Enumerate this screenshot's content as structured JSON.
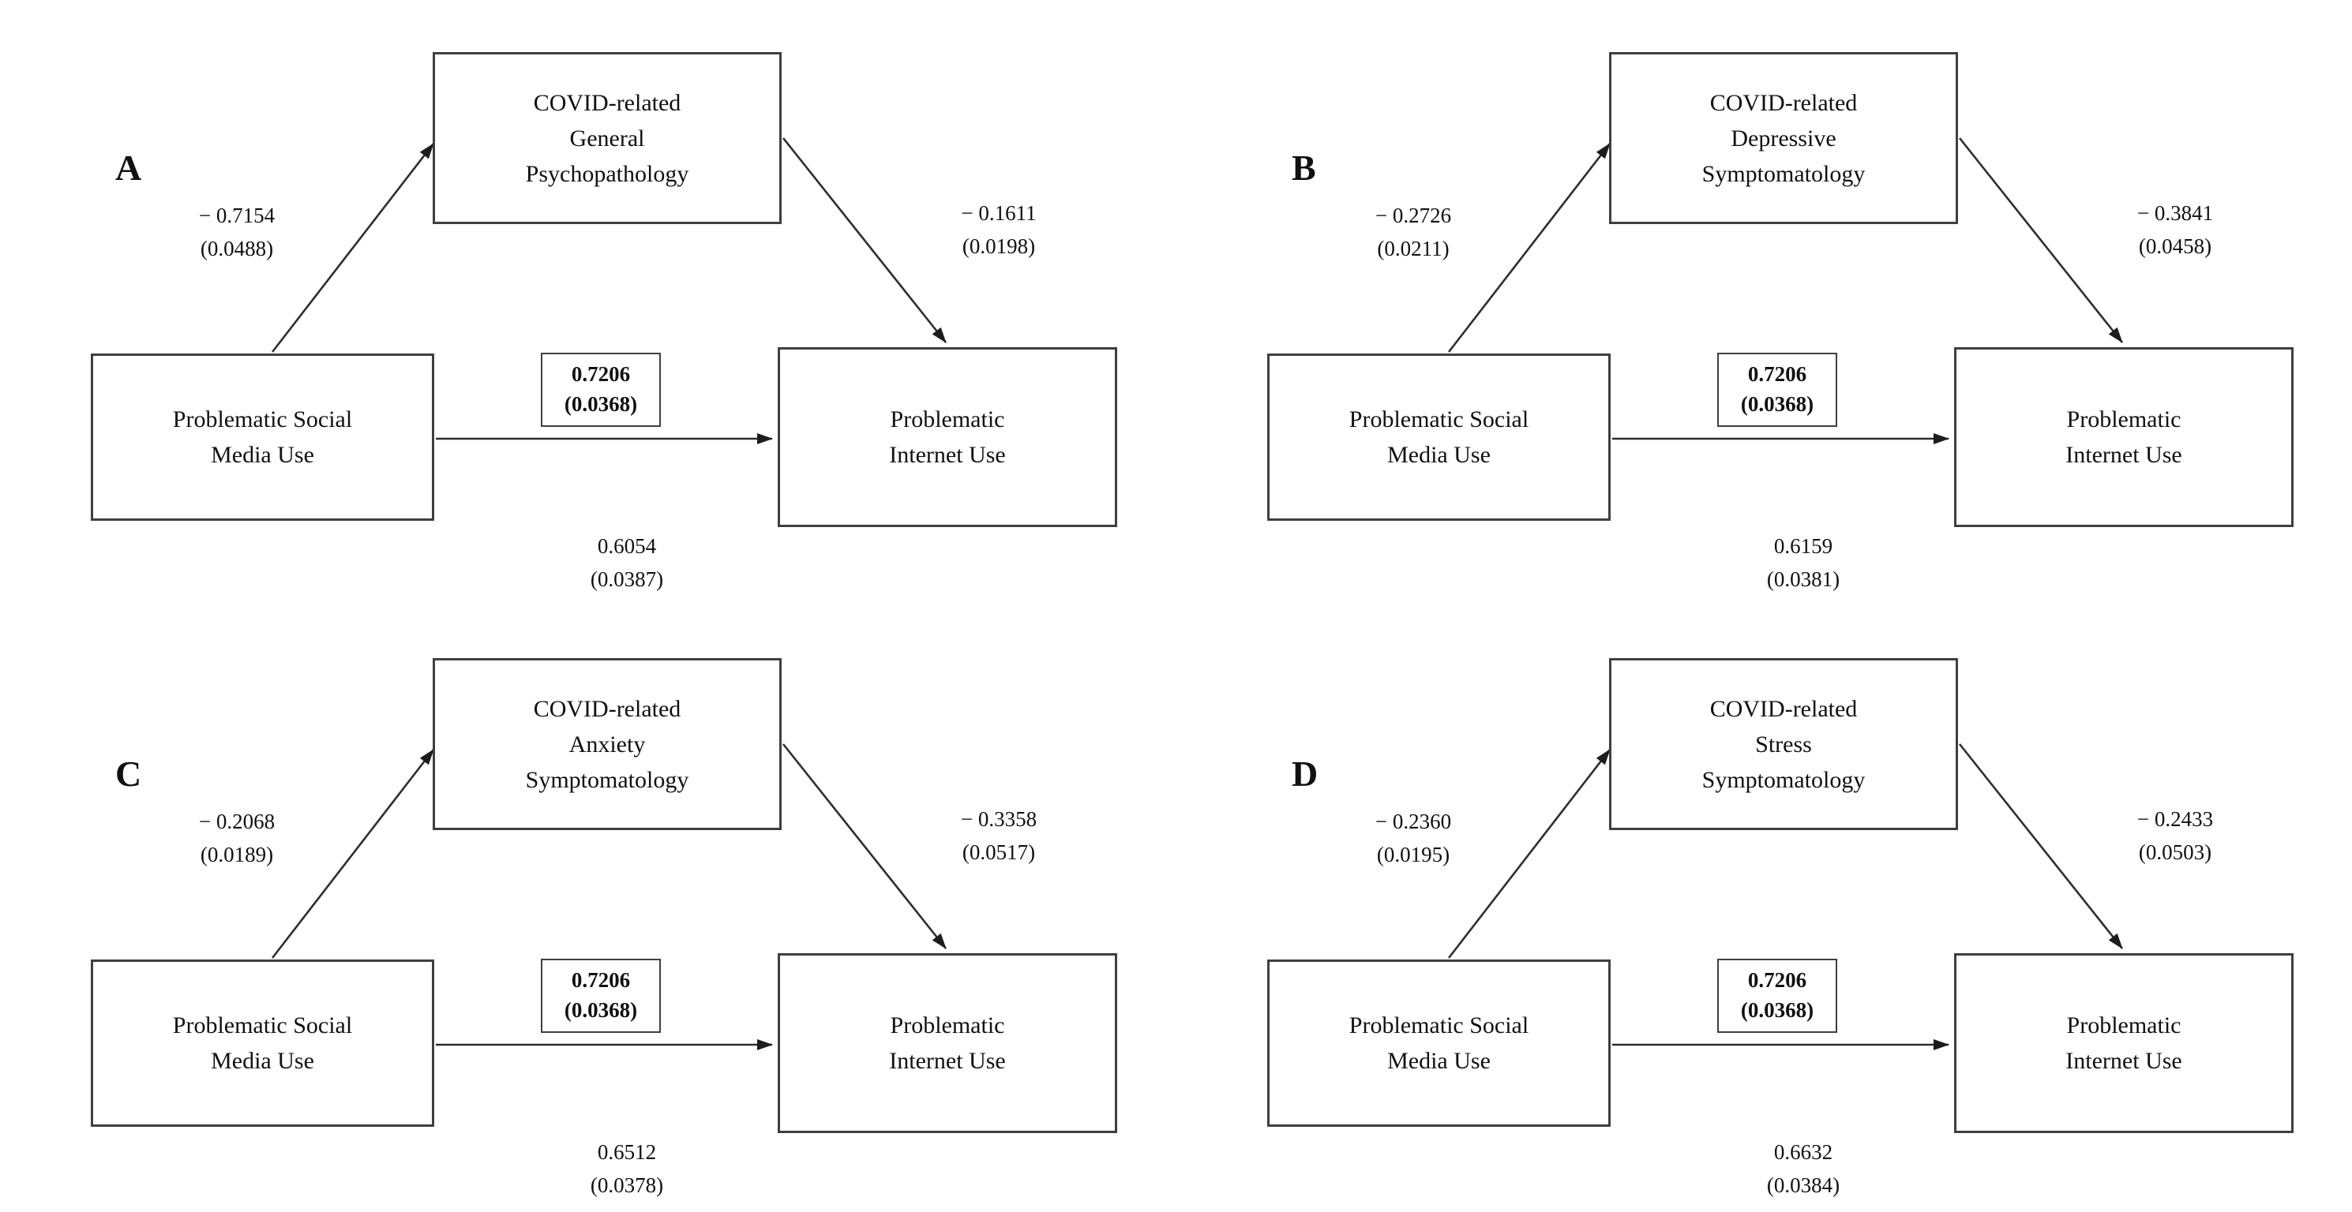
{
  "panels": [
    {
      "label": "A",
      "mediator": {
        "lines": [
          "COVID-related",
          "General",
          "Psychopathology"
        ]
      },
      "predictor": {
        "lines": [
          "Problematic Social",
          "Media Use"
        ]
      },
      "outcome": {
        "lines": [
          "Problematic",
          "Internet Use"
        ]
      },
      "path_to_mediator": {
        "value": "− 0.7154",
        "se": "(0.0488)"
      },
      "path_to_outcome": {
        "value": "− 0.1611",
        "se": "(0.0198)"
      },
      "boxed_direct_path": {
        "value": "0.7206",
        "se": "(0.0368)"
      },
      "lower_direct_path": {
        "value": "0.6054",
        "se": "(0.0387)"
      }
    },
    {
      "label": "B",
      "mediator": {
        "lines": [
          "COVID-related",
          "Depressive",
          "Symptomatology"
        ]
      },
      "predictor": {
        "lines": [
          "Problematic Social",
          "Media Use"
        ]
      },
      "outcome": {
        "lines": [
          "Problematic",
          "Internet Use"
        ]
      },
      "path_to_mediator": {
        "value": "− 0.2726",
        "se": "(0.0211)"
      },
      "path_to_outcome": {
        "value": "− 0.3841",
        "se": "(0.0458)"
      },
      "boxed_direct_path": {
        "value": "0.7206",
        "se": "(0.0368)"
      },
      "lower_direct_path": {
        "value": "0.6159",
        "se": "(0.0381)"
      }
    },
    {
      "label": "C",
      "mediator": {
        "lines": [
          "COVID-related",
          "Anxiety",
          "Symptomatology"
        ]
      },
      "predictor": {
        "lines": [
          "Problematic Social",
          "Media Use"
        ]
      },
      "outcome": {
        "lines": [
          "Problematic",
          "Internet Use"
        ]
      },
      "path_to_mediator": {
        "value": "− 0.2068",
        "se": "(0.0189)"
      },
      "path_to_outcome": {
        "value": "− 0.3358",
        "se": "(0.0517)"
      },
      "boxed_direct_path": {
        "value": "0.7206",
        "se": "(0.0368)"
      },
      "lower_direct_path": {
        "value": "0.6512",
        "se": "(0.0378)"
      }
    },
    {
      "label": "D",
      "mediator": {
        "lines": [
          "COVID-related",
          "Stress",
          "Symptomatology"
        ]
      },
      "predictor": {
        "lines": [
          "Problematic Social",
          "Media Use"
        ]
      },
      "outcome": {
        "lines": [
          "Problematic",
          "Internet Use"
        ]
      },
      "path_to_mediator": {
        "value": "− 0.2360",
        "se": "(0.0195)"
      },
      "path_to_outcome": {
        "value": "− 0.2433",
        "se": "(0.0503)"
      },
      "boxed_direct_path": {
        "value": "0.7206",
        "se": "(0.0368)"
      },
      "lower_direct_path": {
        "value": "0.6632",
        "se": "(0.0384)"
      }
    }
  ]
}
